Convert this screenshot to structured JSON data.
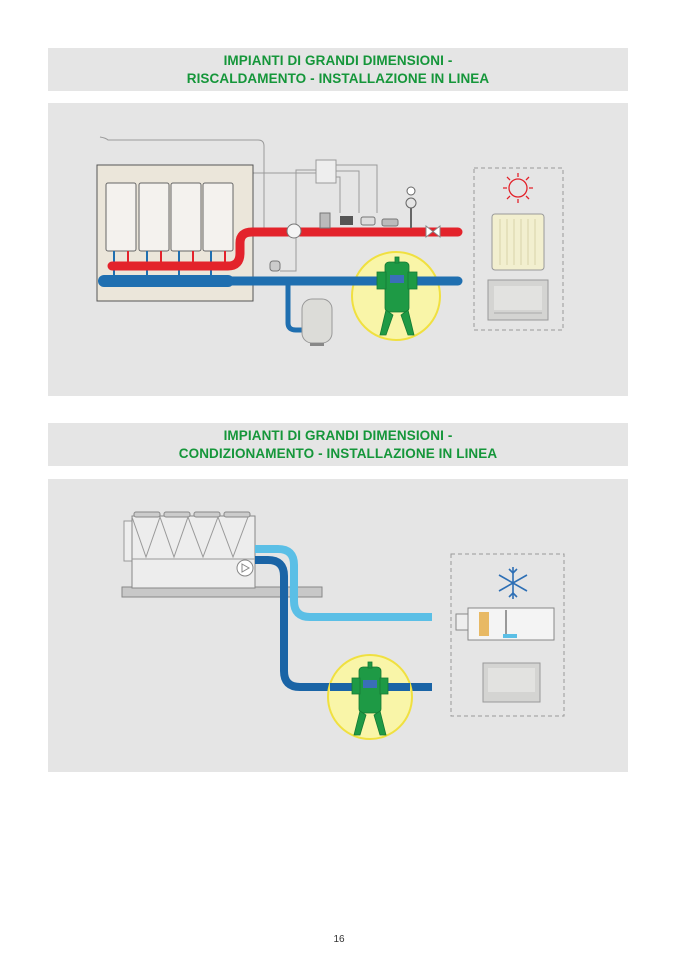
{
  "sections": [
    {
      "title_line1": "IMPIANTI DI GRANDI DIMENSIONI -",
      "title_line2": "RISCALDAMENTO - INSTALLAZIONE IN LINEA"
    },
    {
      "title_line1": "IMPIANTI DI GRANDI DIMENSIONI -",
      "title_line2": "CONDIZIONAMENTO - INSTALLAZIONE IN LINEA"
    }
  ],
  "colors": {
    "title": "#15963a",
    "hot_pipe": "#e3232b",
    "cold_pipe": "#1f6fb0",
    "chilled_supply": "#5bbfe6",
    "highlight": "#f9f5a8",
    "separator": "#1e9a45"
  },
  "page_number": "16"
}
